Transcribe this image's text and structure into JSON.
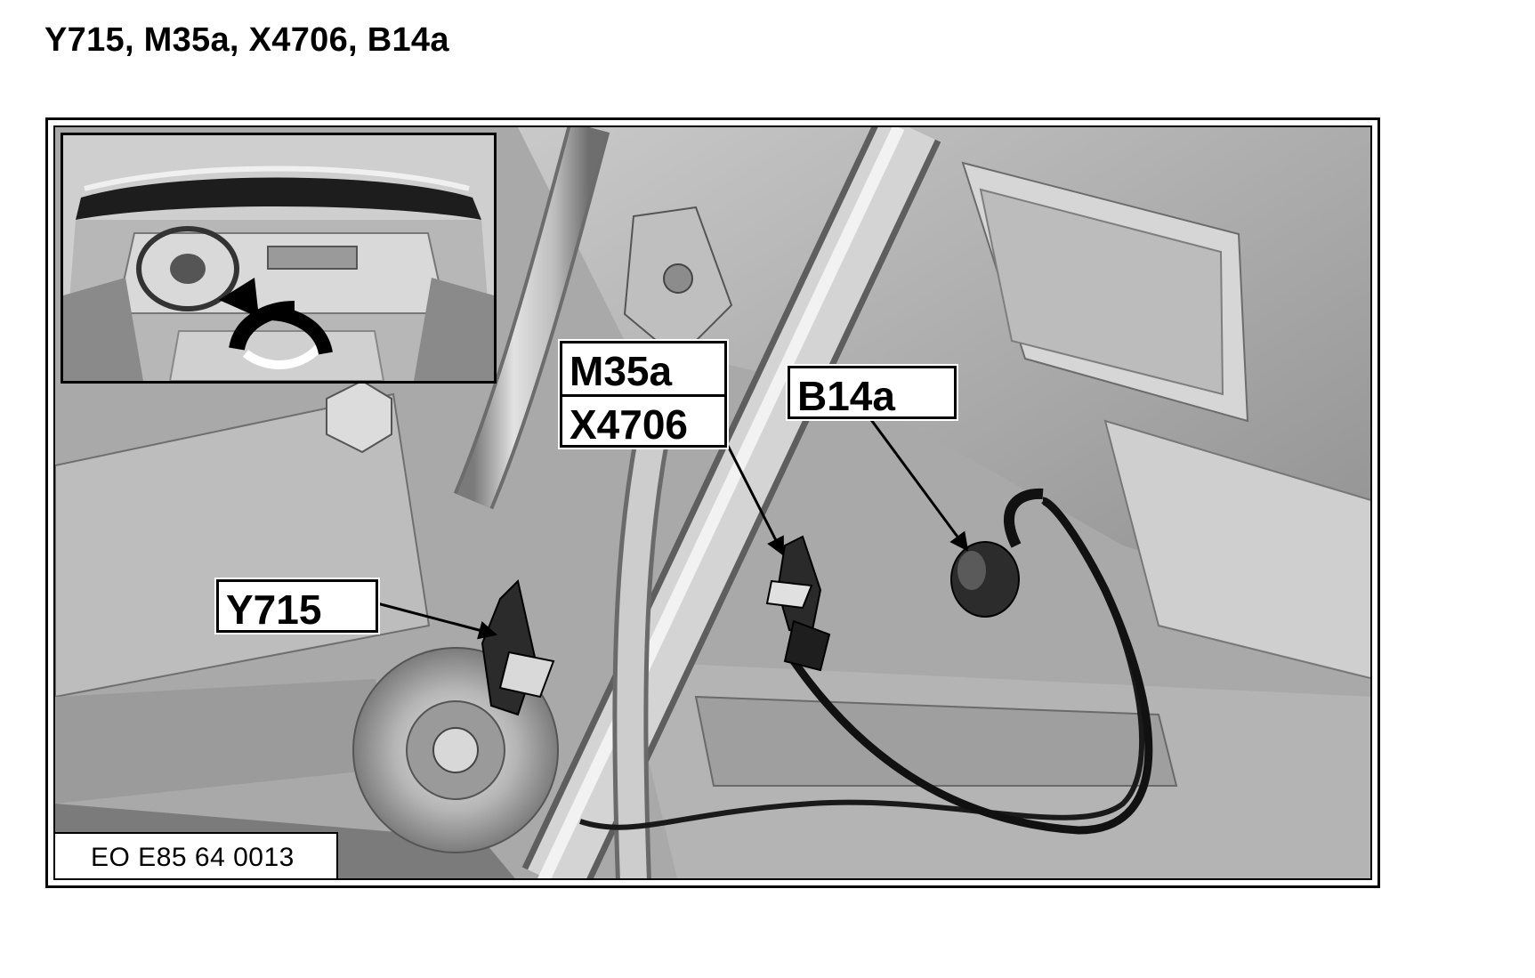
{
  "heading": "Y715, M35a, X4706, B14a",
  "labels": {
    "y715": "Y715",
    "m35a": "M35a",
    "x4706": "X4706",
    "b14a": "B14a"
  },
  "image_code": "EO E85 64 0013",
  "icons": {
    "inset": "car-interior-locator-icon",
    "arrow": "curved-arrow-icon"
  }
}
